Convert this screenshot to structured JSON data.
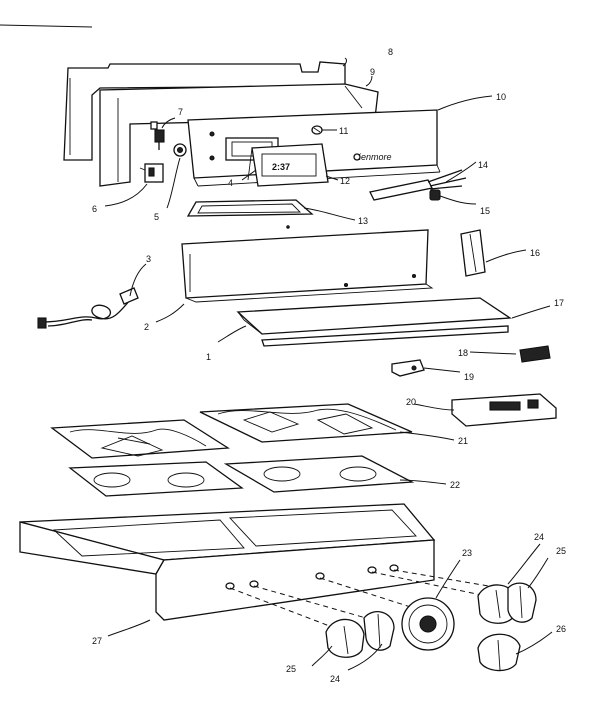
{
  "diagram": {
    "brand_script": "Kenmore",
    "clock_digits": "2:37",
    "callouts": [
      {
        "id": "c1",
        "label": "1"
      },
      {
        "id": "c2",
        "label": "2"
      },
      {
        "id": "c3",
        "label": "3"
      },
      {
        "id": "c4",
        "label": "4"
      },
      {
        "id": "c5",
        "label": "5"
      },
      {
        "id": "c6",
        "label": "6"
      },
      {
        "id": "c7",
        "label": "7"
      },
      {
        "id": "c8",
        "label": "8"
      },
      {
        "id": "c9",
        "label": "9"
      },
      {
        "id": "c10",
        "label": "10"
      },
      {
        "id": "c11",
        "label": "11"
      },
      {
        "id": "c12",
        "label": "12"
      },
      {
        "id": "c13",
        "label": "13"
      },
      {
        "id": "c14",
        "label": "14"
      },
      {
        "id": "c15",
        "label": "15"
      },
      {
        "id": "c16",
        "label": "16"
      },
      {
        "id": "c17",
        "label": "17"
      },
      {
        "id": "c18",
        "label": "18"
      },
      {
        "id": "c19",
        "label": "19"
      },
      {
        "id": "c20",
        "label": "20"
      },
      {
        "id": "c21",
        "label": "21"
      },
      {
        "id": "c22",
        "label": "22"
      },
      {
        "id": "c23",
        "label": "23"
      },
      {
        "id": "c24a",
        "label": "24"
      },
      {
        "id": "c25a",
        "label": "25"
      },
      {
        "id": "c26",
        "label": "26"
      },
      {
        "id": "c27",
        "label": "27"
      },
      {
        "id": "c25b",
        "label": "25"
      },
      {
        "id": "c24b",
        "label": "24"
      }
    ]
  }
}
